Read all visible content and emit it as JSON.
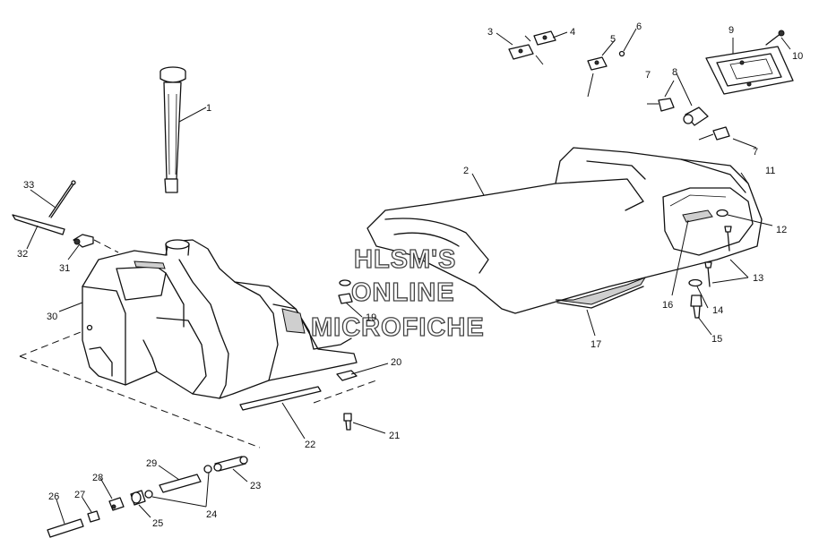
{
  "watermark": {
    "line1": "HLSM'S",
    "line2": "ONLINE",
    "line3": "MICROFICHE"
  },
  "callouts": {
    "c1": "1",
    "c2": "2",
    "c3": "3",
    "c4": "4",
    "c5": "5",
    "c6": "6",
    "c7a": "7",
    "c7b": "7",
    "c8": "8",
    "c9": "9",
    "c10": "10",
    "c11": "11",
    "c12": "12",
    "c13": "13",
    "c14": "14",
    "c15": "15",
    "c16": "16",
    "c17": "17",
    "c19": "19",
    "c20": "20",
    "c21": "21",
    "c22": "22",
    "c23": "23",
    "c24": "24",
    "c25": "25",
    "c26": "26",
    "c27": "27",
    "c28": "28",
    "c29": "29",
    "c30": "30",
    "c31": "31",
    "c32": "32",
    "c33": "33"
  }
}
